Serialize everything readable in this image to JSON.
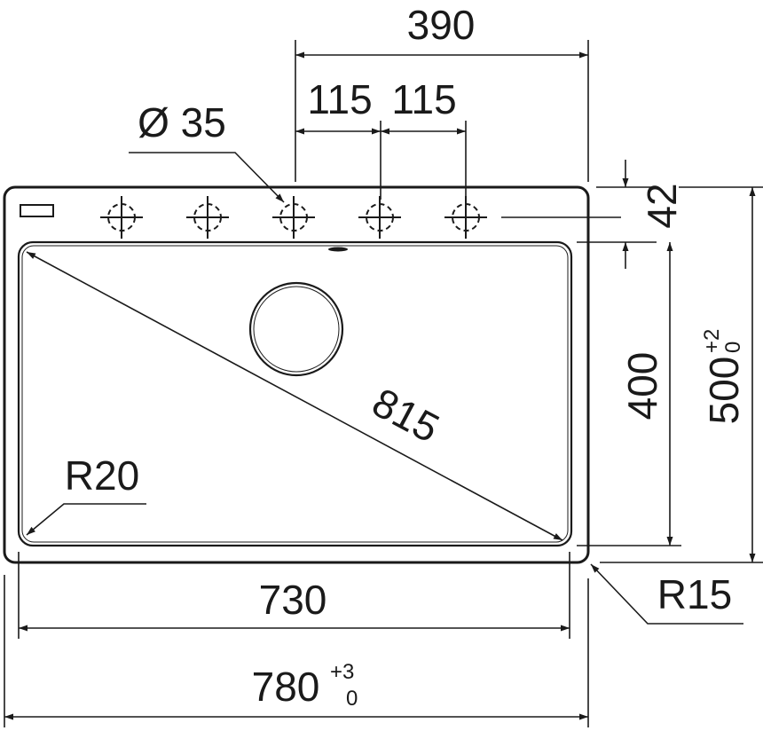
{
  "dimensions": {
    "total_hole_span": "390",
    "hole_spacing_1": "115",
    "hole_spacing_2": "115",
    "hole_diameter": "Ø 35",
    "back_edge": "42",
    "bowl_depth": "400",
    "overall_depth": "500",
    "overall_depth_tol_upper": "+2",
    "overall_depth_tol_lower": "0",
    "bowl_diagonal": "815",
    "bowl_radius": "R20",
    "bowl_width": "730",
    "overall_width": "780",
    "overall_width_tol_upper": "+3",
    "overall_width_tol_lower": "0",
    "corner_radius": "R15"
  },
  "tap_holes": 5
}
